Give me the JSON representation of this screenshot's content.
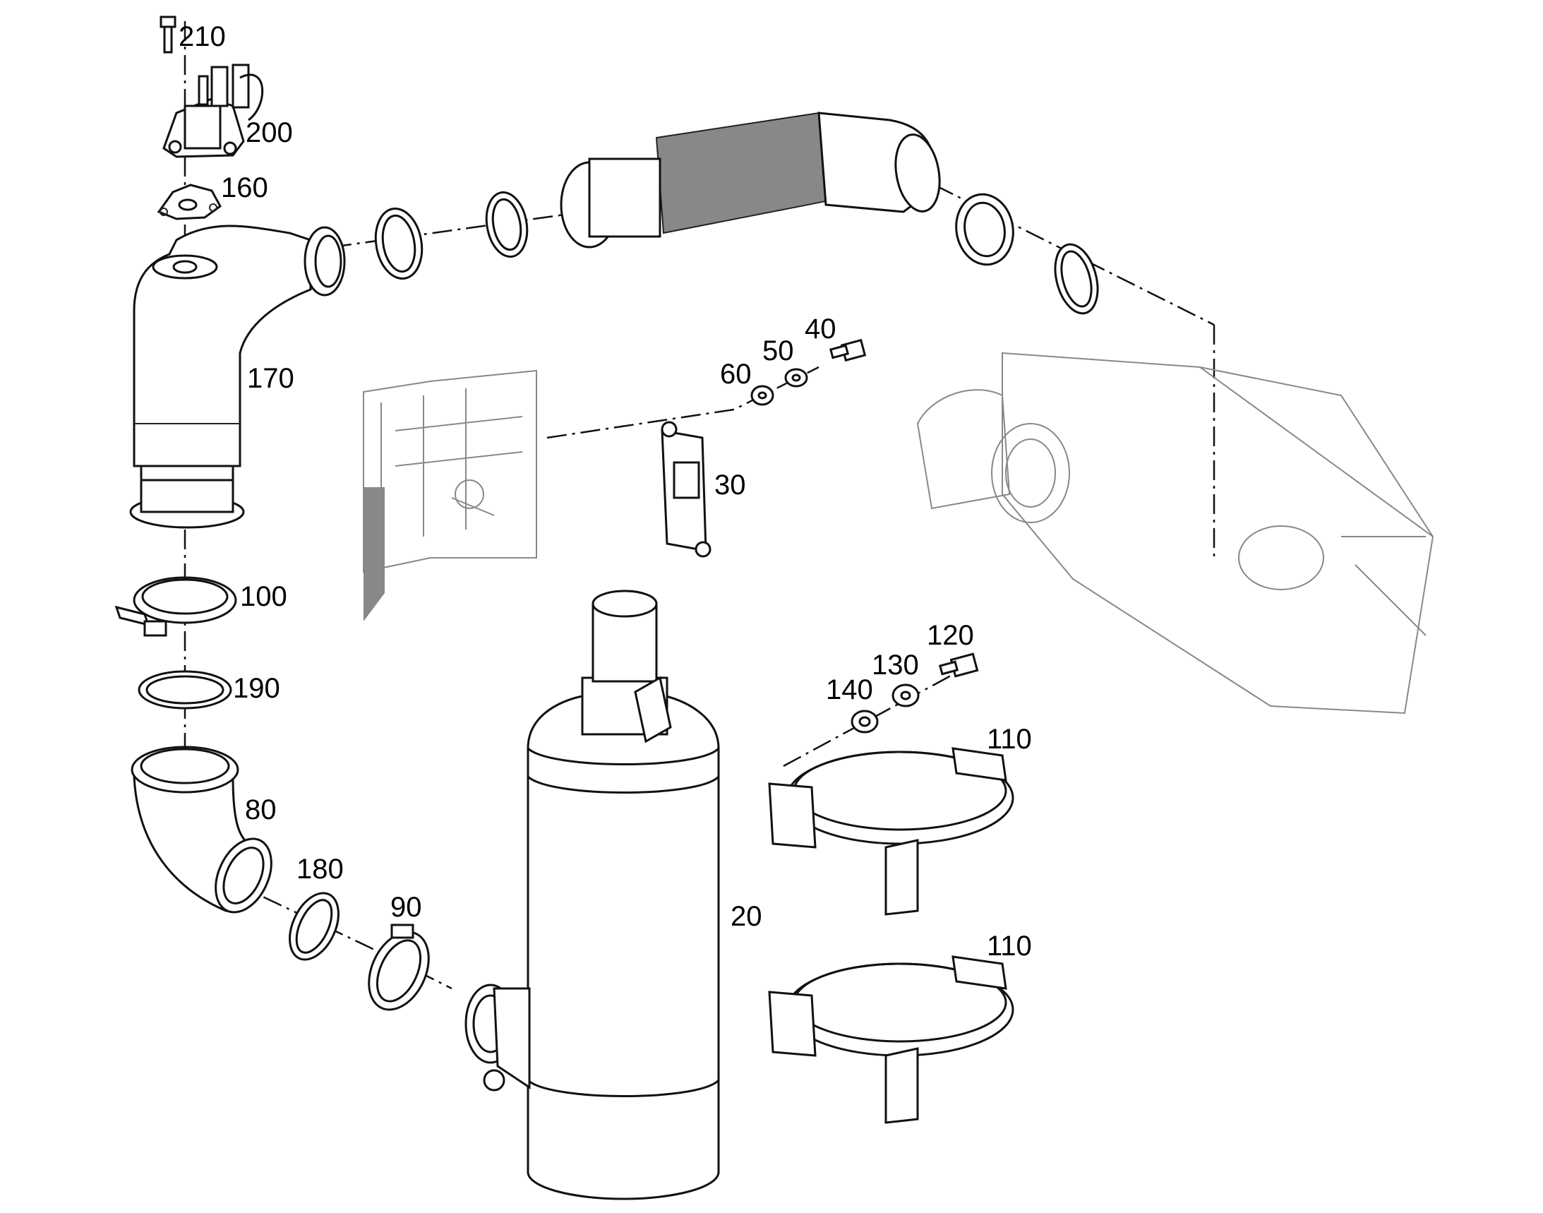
{
  "labels": {
    "p210": "210",
    "p200": "200",
    "p160": "160",
    "p170": "170",
    "p100": "100",
    "p190": "190",
    "p80": "80",
    "p180": "180",
    "p90": "90",
    "p20": "20",
    "p30": "30",
    "p40": "40",
    "p50": "50",
    "p60": "60",
    "p120": "120",
    "p130": "130",
    "p140": "140",
    "p110a": "110",
    "p110b": "110"
  }
}
